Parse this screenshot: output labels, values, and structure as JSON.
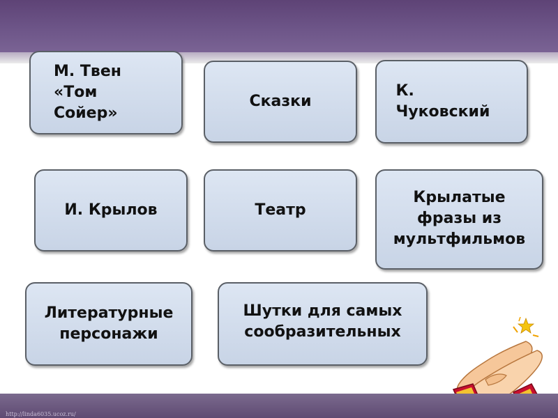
{
  "footer": {
    "url": "http://linda6035.ucoz.ru/"
  },
  "tiles": [
    {
      "label": "М. Твен «Том Сойер»"
    },
    {
      "label": "Сказки"
    },
    {
      "label": "К. Чуковский"
    },
    {
      "label": "И. Крылов"
    },
    {
      "label": "Театр"
    },
    {
      "label": "Крылатые фразы из мультфильмов"
    },
    {
      "label": "Литературные персонажи"
    },
    {
      "label": "Шутки для самых сообразительных"
    }
  ],
  "illustration": {
    "icon": "clapping-hands-icon"
  }
}
